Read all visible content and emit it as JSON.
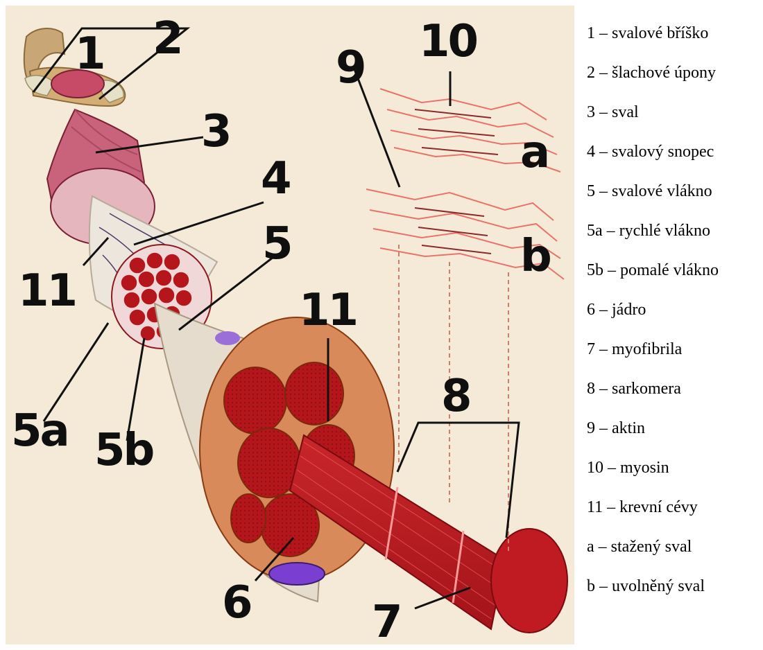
{
  "labels": {
    "n1": "1",
    "n2": "2",
    "n3": "3",
    "n4": "4",
    "n5": "5",
    "n5a": "5a",
    "n5b": "5b",
    "n6": "6",
    "n7": "7",
    "n8": "8",
    "n9": "9",
    "n10": "10",
    "n11a": "11",
    "n11b": "11",
    "a": "a",
    "b": "b"
  },
  "legend": [
    "1 – svalové bříško",
    "2 – šlachové úpony",
    "3 – sval",
    "4 – svalový snopec",
    "5 – svalové vlákno",
    "5a – rychlé vlákno",
    "5b – pomalé vlákno",
    "6 – jádro",
    "7 – myofibrila",
    "8 – sarkomera",
    "9 – aktin",
    "10 – myosin",
    "11 – krevní cévy",
    "a – stažený sval",
    "b – uvolněný sval"
  ],
  "colors": {
    "background": "#f5ead8",
    "muscle_red": "#b5161c",
    "muscle_pink": "#c9637b",
    "sheath": "#ede6dc",
    "nucleus": "#7a3fd0",
    "filament": "#e8736a"
  }
}
